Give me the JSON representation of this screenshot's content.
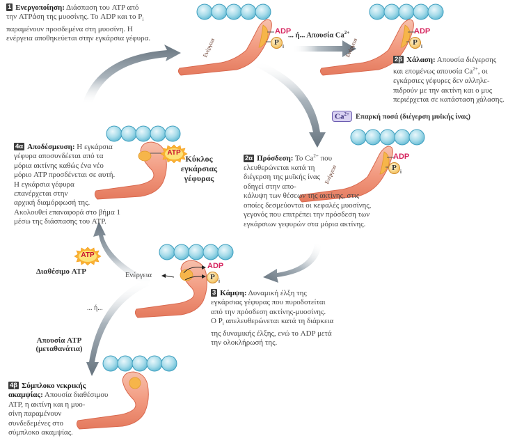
{
  "colors": {
    "actin": "#a8dcea",
    "actin_stroke": "#3f9fbf",
    "myosin": "#f3a48a",
    "myosin_stroke": "#d9694f",
    "adp": "#d6245e",
    "arrow": "#6b7a86",
    "ca_box": "#d9d2f2"
  },
  "step1": {
    "badge": "1",
    "title": "Ενεργοποίηση:",
    "lines": [
      "Διάσπαση του ATP από",
      "την ATPάση της μυοσίνης. Το ADP και το P",
      "παραμένουν προσδεμένα στη μυοσίνη. Η",
      "ενέργεια αποθηκεύεται στην εγκάρσια γέφυρα."
    ],
    "pi_sub": "i"
  },
  "top_arrow_label": {
    "prefix": "... ή... Απουσία Ca",
    "sup": "2+"
  },
  "step2b": {
    "badge": "2β",
    "title": "Χάλαση:",
    "lines": [
      "Απουσία διέγερσης",
      "και επομένως απουσία Ca",
      ", οι",
      "εγκάρσιες γέφυρες δεν αλληλε-",
      "πιδρούν με την ακτίνη και ο μυς",
      "περιέρχεται σε κατάσταση χάλασης."
    ],
    "ca_sup": "2+"
  },
  "ca_condition": {
    "box": "Ca",
    "box_sup": "2+",
    "text": "Επαρκή ποσά (διέγερση μυϊκής ίνας)"
  },
  "step2a": {
    "badge": "2α",
    "title": "Πρόσδεση:",
    "first": "Το Ca",
    "first_sup": "2+",
    "first_tail": " που",
    "lines": [
      "ελευθερώνεται κατά τη",
      "διέγερση της μυϊκής ίνας",
      "οδηγεί στην απο-",
      "κάλυψη των θέσεων της ακτίνης, στις",
      "οποίες δεσμεύονται οι κεφαλές μυοσίνης,",
      "γεγονός που επιτρέπει την πρόσδεση των",
      "εγκάρσιων γεφυρών στα μόρια ακτίνης."
    ]
  },
  "cycle_title": [
    "Κύκλος",
    "εγκάρσιας",
    "γέφυρας"
  ],
  "step4a": {
    "badge": "4α",
    "title": "Αποδέσμευση:",
    "lines": [
      "Η εγκάρσια",
      "γέφυρα αποσυνδέεται από τα",
      "μόρια ακτίνης καθώς ένα νέο",
      "μόριο ATP προσδένεται σε αυτή.",
      "Η εγκάρσια γέφυρα",
      "επανέρχεται στην",
      "αρχική διαμόρφωσή της.",
      "Ακολουθεί επαναφορά στο βήμα 1",
      "μέσω της διάσπασης του ATP."
    ]
  },
  "atp_label": "ATP",
  "available_atp": "Διαθέσιμο ATP",
  "energy_label": "Ενέργεια",
  "or_label": "... ή...",
  "step3": {
    "badge": "3",
    "title": "Κάμψη:",
    "lines": [
      "Δυναμική έλξη της",
      "εγκάρσιας γέφυρας που πυροδοτείται",
      "από την πρόσδεση ακτίνης-μυοσίνης.",
      "O P",
      " απελευθερώνεται κατά τη διάρκεια",
      "της δυναμικής έλξης, ενώ το ADP μετά",
      "την ολοκλήρωσή της."
    ],
    "pi_sub": "i"
  },
  "no_atp": {
    "line1": "Απουσία ATP",
    "line2": "(μεταθανάτια)"
  },
  "step4b": {
    "badge": "4β",
    "title": "Σύμπλοκο νεκρικής",
    "title2": "ακαμψίας:",
    "lines": [
      "Απουσία διαθέσιμου",
      "ATP, η ακτίνη και η μυο-",
      "σίνη παραμένουν",
      "συνδεδεμένες στο",
      "σύμπλοκο ακαμψίας."
    ]
  },
  "adp_label": "ADP",
  "p_label": "P",
  "p_sub": "i",
  "energy_head_label": "Ενέργεια"
}
